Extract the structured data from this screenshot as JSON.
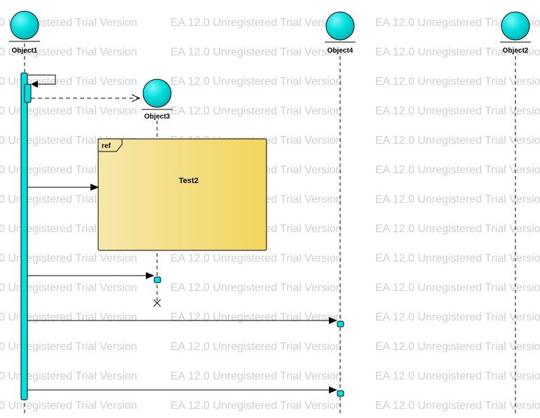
{
  "watermark": {
    "text": "EA 12.0 Unregistered Trial Version",
    "color": "#cfcfcf"
  },
  "objects": {
    "object1": "Object1",
    "object3": "Object3",
    "object4": "Object4",
    "object2": "Object2"
  },
  "ref_frame": {
    "tag": "ref",
    "title": "Test2"
  },
  "colors": {
    "entity_fill": "#00d8d8",
    "activation_fill": "#00e0e0",
    "frame_fill_left": "#f5e6a4",
    "frame_fill_right": "#f2d55e",
    "line": "#000000"
  }
}
